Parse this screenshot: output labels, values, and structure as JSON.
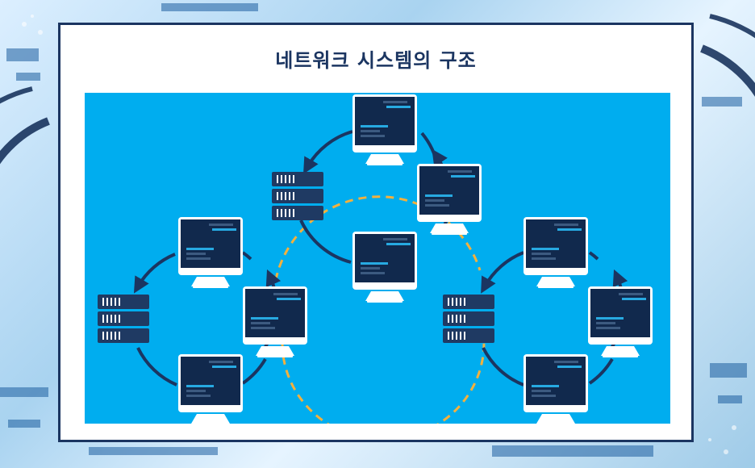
{
  "title": "네트워크 시스템의 구조",
  "colors": {
    "diagram_background": "#00adef",
    "frame_border": "#1b3561",
    "monitor_body": "#1f3a63",
    "monitor_screen": "#11294d",
    "monitor_bezel": "#ffffff",
    "server_unit": "#1f3a63",
    "arrow": "#1b3561",
    "dashed_link": "#f3b13d",
    "code_line_light": "#27a9e1",
    "code_line_dark": "#3c5a80"
  },
  "icons": [
    "monitor-icon",
    "server-rack-icon",
    "curved-arrow-icon",
    "dashed-link-icon"
  ],
  "clusters": [
    {
      "name": "cluster-top",
      "monitors": 3,
      "servers": 1
    },
    {
      "name": "cluster-left",
      "monitors": 3,
      "servers": 1
    },
    {
      "name": "cluster-right",
      "monitors": 3,
      "servers": 1
    }
  ]
}
